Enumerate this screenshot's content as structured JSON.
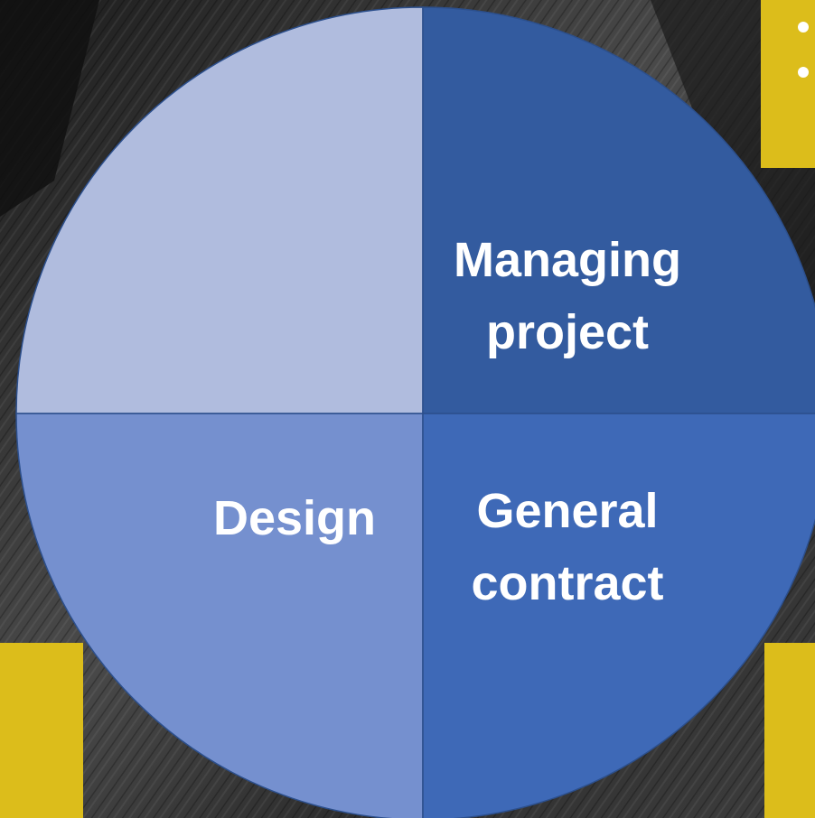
{
  "diagram": {
    "quadrants": [
      {
        "id": "top-left",
        "lines": []
      },
      {
        "id": "top-right",
        "lines": [
          "Managing",
          "project"
        ]
      },
      {
        "id": "bottom-left",
        "lines": [
          "Design"
        ]
      },
      {
        "id": "bottom-right",
        "lines": [
          "General",
          "contract"
        ]
      }
    ]
  },
  "colors": {
    "top_left": "#b0bcde",
    "top_right": "#335b9f",
    "bottom_left": "#7590cf",
    "bottom_right": "#3e69b7",
    "accent_yellow": "#dcbd1b",
    "background": "#2a2a2a"
  }
}
